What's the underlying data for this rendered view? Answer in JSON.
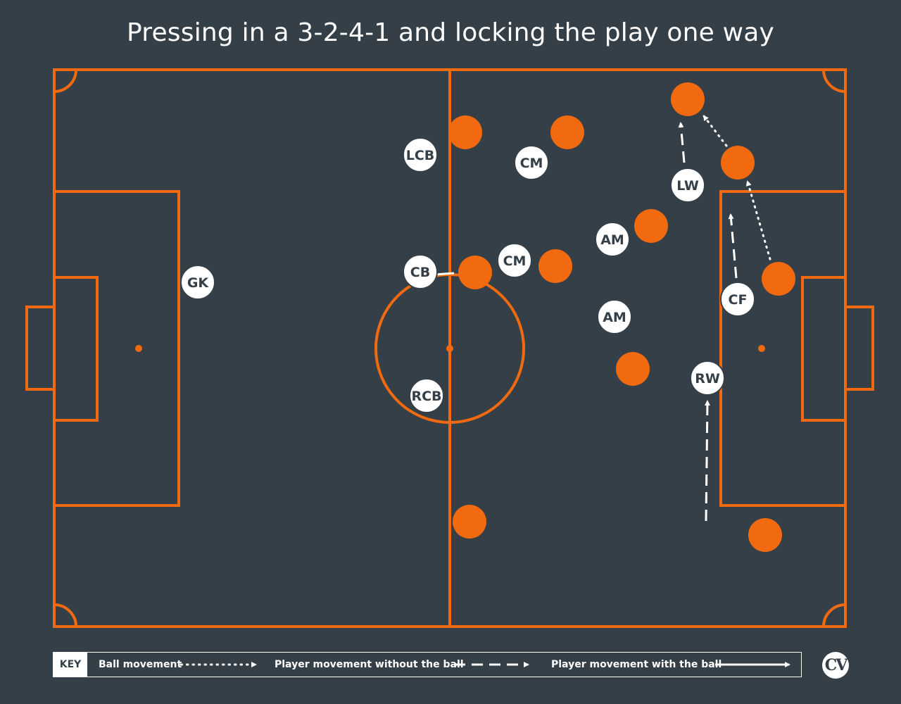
{
  "title": "Pressing in a 3-2-4-1 and locking the play one way",
  "players": [
    {
      "label": "GK"
    },
    {
      "label": "LCB"
    },
    {
      "label": "CB"
    },
    {
      "label": "RCB"
    },
    {
      "label": "CM"
    },
    {
      "label": "CM"
    },
    {
      "label": "AM"
    },
    {
      "label": "AM"
    },
    {
      "label": "LW"
    },
    {
      "label": "CF"
    },
    {
      "label": "RW"
    }
  ],
  "key": {
    "tag": "KEY",
    "items": [
      {
        "label": "Ball movement",
        "style": "dotted"
      },
      {
        "label": "Player movement without the ball",
        "style": "dashed"
      },
      {
        "label": "Player movement with the ball",
        "style": "solid"
      }
    ]
  },
  "logo": "CV",
  "colors": {
    "background": "#343f48",
    "pitch_lines": "#f26a0f",
    "opponent": "#f26a0f",
    "player_disc": "#ffffff",
    "player_text": "#343f48",
    "arrows": "#ffffff"
  }
}
